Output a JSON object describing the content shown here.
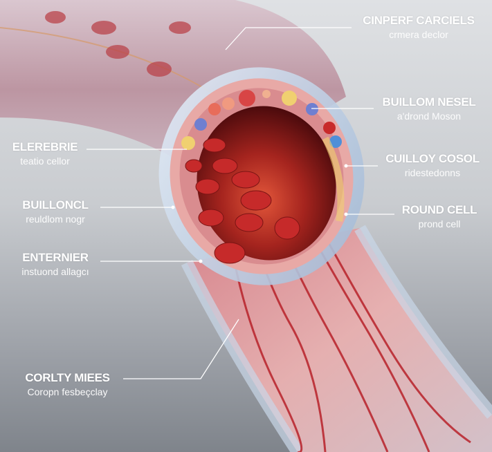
{
  "labels": [
    {
      "id": "cinperf-carciels",
      "title": "CINPERF CARCIELS",
      "subtitle": "crmera declor"
    },
    {
      "id": "buillom-nesel",
      "title": "BUILLOM NESEL",
      "subtitle": "a'drond Moson"
    },
    {
      "id": "cuilloy-cosol",
      "title": "CUILLOY COSOL",
      "subtitle": "ridestedonns"
    },
    {
      "id": "round-cell",
      "title": "ROUND CELL",
      "subtitle": "prond cell"
    },
    {
      "id": "elerebrie",
      "title": "ELEREBRIE",
      "subtitle": "teatio cellor"
    },
    {
      "id": "builloncl",
      "title": "BUILLONCL",
      "subtitle": "reuldlom nogr"
    },
    {
      "id": "enternier",
      "title": "ENTERNIER",
      "subtitle": "instuond allagcı"
    },
    {
      "id": "corlty-miees",
      "title": "CORLTY MIEES",
      "subtitle": "Coropn fesbeçclay"
    }
  ],
  "colors": {
    "vessel_wall": "#e8a9a6",
    "lumen": "#7a1414",
    "blood_cell": "#c62a2a",
    "glass": "#b9cfe6"
  }
}
